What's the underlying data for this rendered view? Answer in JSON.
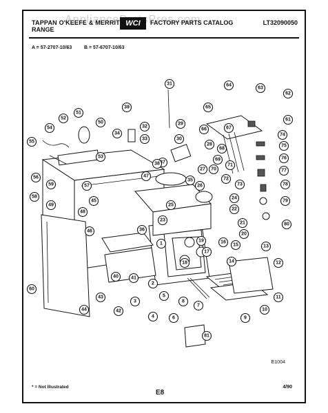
{
  "header": {
    "watermark": "AppliancePartsPros.com",
    "brand": "TAPPAN O'KEEFE & MERRITT",
    "subtitle": "RANGE",
    "logo": "WCI",
    "catalog": "FACTORY PARTS CATALOG",
    "catalog_code": "LT32090050",
    "model_a": "A = 57-2707-10/63",
    "model_b": "B = 57-6707-10/63"
  },
  "footer": {
    "note": "* = Not Illustrated",
    "page": "E8",
    "date": "4/90",
    "diagram_code": "E1004"
  },
  "callouts": [
    "1",
    "2",
    "3",
    "4",
    "5",
    "6",
    "7",
    "8",
    "9",
    "10",
    "11",
    "12",
    "13",
    "14",
    "15",
    "16",
    "17",
    "18",
    "19",
    "20",
    "21",
    "22",
    "23",
    "24",
    "25",
    "26",
    "27",
    "28",
    "29",
    "30",
    "31",
    "32",
    "33",
    "34",
    "35",
    "36",
    "37",
    "38",
    "39",
    "40",
    "41",
    "42",
    "43",
    "44",
    "45",
    "46",
    "47",
    "48",
    "49",
    "50",
    "51",
    "52",
    "53",
    "54",
    "55",
    "56",
    "57",
    "58",
    "59",
    "60",
    "61",
    "62",
    "63",
    "64",
    "65",
    "66",
    "67",
    "68",
    "69",
    "70",
    "71",
    "72",
    "73",
    "74",
    "75",
    "76",
    "77",
    "78",
    "79",
    "80",
    "81"
  ],
  "colors": {
    "ink": "#111111",
    "paper": "#ffffff"
  }
}
